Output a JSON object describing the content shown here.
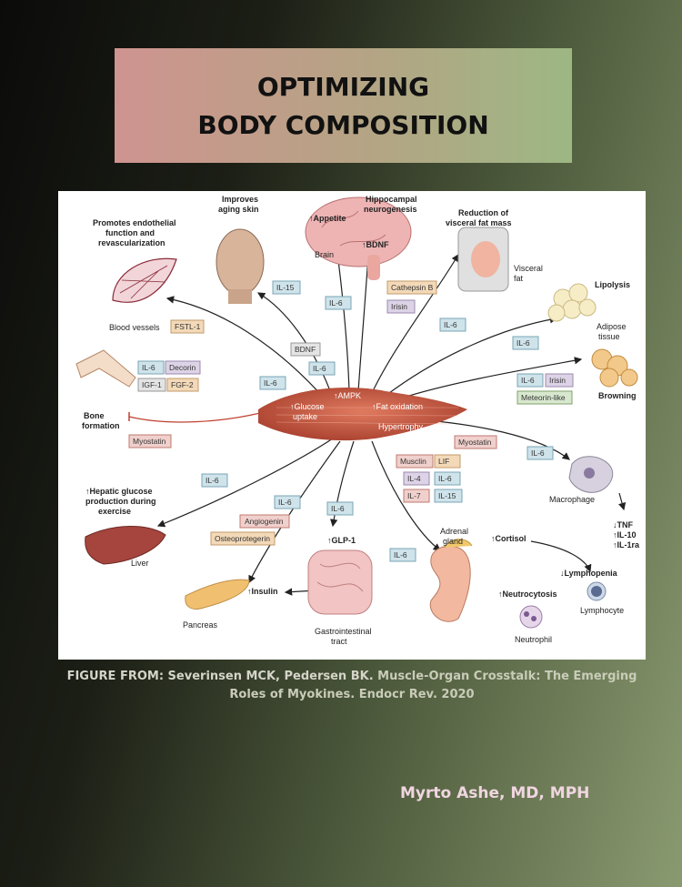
{
  "title": {
    "line1": "OPTIMIZING",
    "line2": "BODY COMPOSITION"
  },
  "figure": {
    "labels": {
      "improves_skin": [
        "Improves",
        "aging skin"
      ],
      "hippocampal": [
        "Hippocampal",
        "neurogenesis"
      ],
      "appetite": "↑Appetite",
      "bdnf_brain": "↑BDNF",
      "brain": "Brain",
      "visceral_reduction": [
        "Reduction of",
        "visceral fat mass"
      ],
      "visceral_fat": [
        "Visceral",
        "fat"
      ],
      "endothelial": [
        "Promotes endothelial",
        "function and",
        "revascularization"
      ],
      "blood_vessels": "Blood vessels",
      "lipolysis": "Lipolysis",
      "adipose": [
        "Adipose",
        "tissue"
      ],
      "browning": "Browning",
      "bone_formation": [
        "Bone",
        "formation"
      ],
      "ampk": "↑AMPK",
      "glucose_uptake": [
        "↑Glucose",
        "uptake"
      ],
      "fat_oxidation": "↑Fat oxidation",
      "hypertrophy": "Hypertrophy",
      "hepatic": [
        "↑Hepatic glucose",
        "production during",
        "exercise"
      ],
      "liver": "Liver",
      "macrophage": "Macrophage",
      "cytokines": [
        "↓TNF",
        "↑IL-10",
        "↑IL-1ra"
      ],
      "glp1": "↑GLP-1",
      "gi_tract": [
        "Gastrointestinal",
        "tract"
      ],
      "adrenal": [
        "Adrenal",
        "gland"
      ],
      "cortisol": "↑Cortisol",
      "lymphopenia": "↓Lymphopenia",
      "neutrocytosis": "↑Neutrocytosis",
      "lymphocyte": "Lymphocyte",
      "neutrophil": "Neutrophil",
      "insulin": "↑Insulin",
      "pancreas": "Pancreas"
    },
    "boxes": {
      "il15_skin": "IL-15",
      "il6_brain": "IL-6",
      "cathepsin": "Cathepsin B",
      "irisin_brain": "Irisin",
      "il6_visceral": "IL-6",
      "il6_lipo": "IL-6",
      "fstl1": "FSTL-1",
      "bdnf_muscle": "BDNF",
      "il6_ampk": "IL-6",
      "il6_bone": "IL-6",
      "decorin": "Decorin",
      "igf1": "IGF-1",
      "fgf2": "FGF-2",
      "il6_glucose": "IL-6",
      "il6_brown": "IL-6",
      "irisin_brown": "Irisin",
      "meteorin": "Meteorin-like",
      "myostatin_bone": "Myostatin",
      "myostatin_hyp": "Myostatin",
      "musclin": "Musclin",
      "lif": "LIF",
      "il4": "IL-4",
      "il6_hyp": "IL-6",
      "il7": "IL-7",
      "il15_hyp": "IL-15",
      "il6_macro": "IL-6",
      "il6_liver": "IL-6",
      "il6_panc": "IL-6",
      "angiogenin": "Angiogenin",
      "osteoprotegerin": "Osteoprotegerin",
      "il6_gi": "IL-6",
      "il6_adrenal": "IL-6"
    }
  },
  "caption": {
    "lead": "FIGURE FROM: Severinsen MCK, Pedersen BK.",
    "rest": " Muscle-Organ Crosstalk: The Emerging Roles of Myokines. Endocr Rev. 2020"
  },
  "author": "Myrto Ashe, MD, MPH",
  "colors": {
    "title_left": "#cf9490",
    "title_right": "#9db783",
    "muscle": "#c0533f",
    "box_blue": "#cfe3ea",
    "box_orange": "#f3d9b8",
    "box_purple": "#ddd3e6",
    "box_green": "#d8e8cf",
    "box_red": "#f0d0cc",
    "box_gray": "#e4e4e4"
  }
}
